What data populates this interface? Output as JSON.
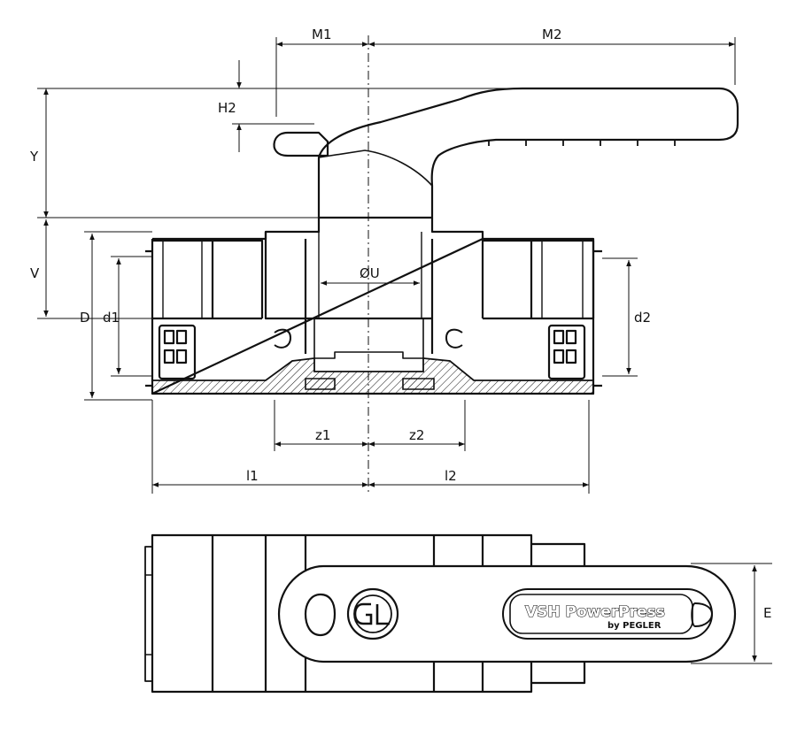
{
  "dimensions": {
    "m1": "M1",
    "m2": "M2",
    "h2": "H2",
    "y": "Y",
    "v": "V",
    "d": "D",
    "d1": "d1",
    "d2": "d2",
    "u": "ØU",
    "z1": "z1",
    "z2": "z2",
    "l1": "l1",
    "l2": "l2",
    "e": "E"
  },
  "branding": {
    "product": "VSH PowerPress",
    "maker": "by PEGLER"
  },
  "icons": [
    "gl-logo-icon",
    "handle-slot-icon"
  ],
  "colors": {
    "line": "#111111",
    "background": "#ffffff"
  }
}
